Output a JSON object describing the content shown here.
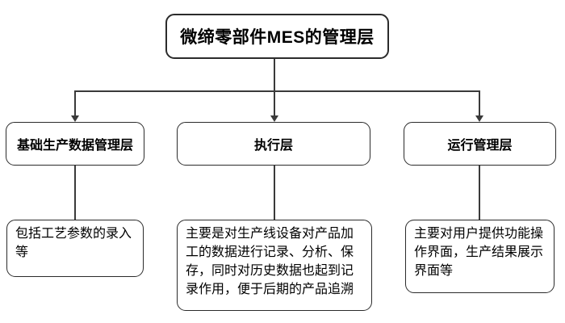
{
  "diagram": {
    "title": "微缔零部件MES的管理层",
    "columns": [
      {
        "id": "basic-data",
        "header": "基础生产数据管理层",
        "detail": "包括工艺参数的录入等"
      },
      {
        "id": "execution",
        "header": "执行层",
        "detail": "主要是对生产线设备对产品加工的数据进行记录、分析、保存，同时对历史数据也起到记录作用，便于后期的产品追溯"
      },
      {
        "id": "operation",
        "header": "运行管理层",
        "detail": "主要对用户提供功能操作界面，生产结果展示界面等"
      }
    ],
    "colors": {
      "background": "#ffffff",
      "border": "#2b2b2b",
      "line": "#3a3a3a",
      "text": "#000000"
    }
  }
}
